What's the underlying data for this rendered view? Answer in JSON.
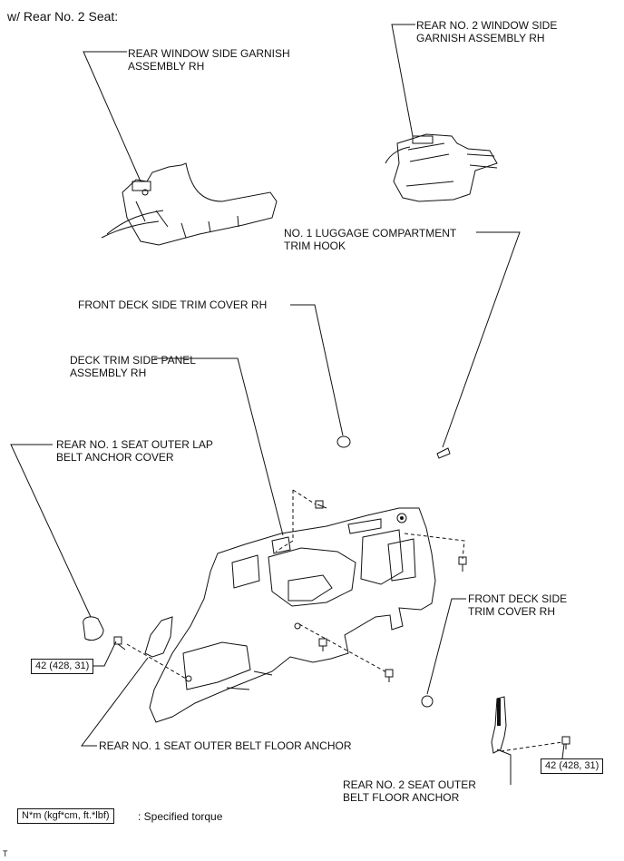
{
  "header": {
    "title": "w/ Rear No. 2 Seat:"
  },
  "labels": {
    "rear_window_side_garnish": "REAR WINDOW SIDE GARNISH\nASSEMBLY RH",
    "rear_no2_window_side_garnish": "REAR NO. 2 WINDOW SIDE\nGARNISH ASSEMBLY RH",
    "no1_luggage_trim_hook": "NO. 1 LUGGAGE COMPARTMENT\nTRIM HOOK",
    "front_deck_side_trim_cover_top": "FRONT DECK SIDE TRIM COVER RH",
    "deck_trim_side_panel": "DECK TRIM SIDE PANEL\nASSEMBLY RH",
    "rear_no1_lap_belt_cover": "REAR NO. 1 SEAT OUTER LAP\nBELT ANCHOR COVER",
    "front_deck_side_trim_cover_right": "FRONT DECK SIDE\nTRIM COVER RH",
    "rear_no1_belt_floor_anchor": "REAR NO. 1 SEAT OUTER BELT FLOOR ANCHOR",
    "rear_no2_belt_floor_anchor": "REAR NO. 2 SEAT OUTER\nBELT FLOOR ANCHOR"
  },
  "torque": {
    "left_value": "42 (428, 31)",
    "right_value": "42 (428, 31)"
  },
  "legend": {
    "unit_box": "N*m (kgf*cm, ft.*lbf)",
    "description": ": Specified torque"
  },
  "footer": {
    "mark": "T"
  }
}
